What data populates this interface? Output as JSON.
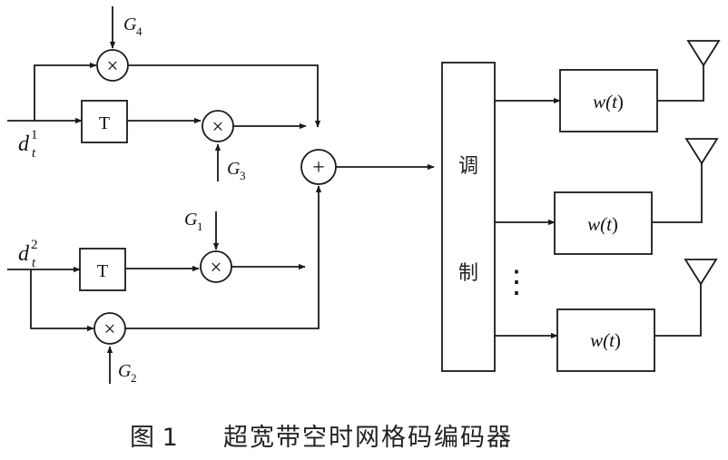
{
  "caption": {
    "figure_number": "图 1",
    "title": "超宽带空时网格码编码器"
  },
  "inputs": {
    "d1": {
      "base": "d",
      "sup": "1",
      "sub": "t"
    },
    "d2": {
      "base": "d",
      "sup": "2",
      "sub": "t"
    }
  },
  "delay_label": "T",
  "multiplier_symbol": "×",
  "adder_symbol": "+",
  "gains": {
    "g4": {
      "base": "G",
      "sub": "4"
    },
    "g3": {
      "base": "G",
      "sub": "3"
    },
    "g1": {
      "base": "G",
      "sub": "1"
    },
    "g2": {
      "base": "G",
      "sub": "2"
    }
  },
  "modulator": {
    "char1": "调",
    "char2": "制"
  },
  "pulse_label": {
    "prefix": "w(",
    "var": "t",
    "suffix": ")"
  },
  "ellipsis": "⋮"
}
